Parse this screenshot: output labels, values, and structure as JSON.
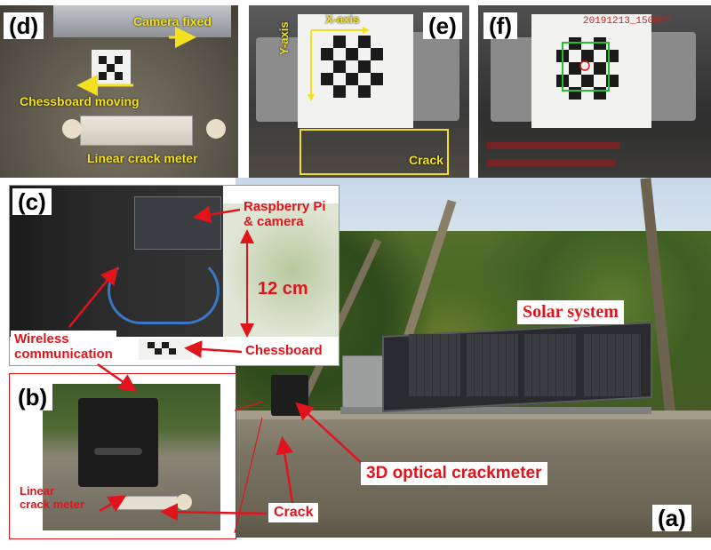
{
  "panels": {
    "a": "(a)",
    "b": "(b)",
    "c": "(c)",
    "d": "(d)",
    "e": "(e)",
    "f": "(f)"
  },
  "panel_d": {
    "camera_fixed": "Camera fixed",
    "chessboard_moving": "Chessboard moving",
    "linear_crack_meter": "Linear crack meter"
  },
  "panel_e": {
    "x_axis": "X-axis",
    "y_axis": "Y-axis",
    "crack": "Crack"
  },
  "panel_f": {
    "timestamp": "20191213_150805"
  },
  "panel_c": {
    "raspberry_pi": "Raspberry Pi",
    "and_camera": "& camera",
    "distance": "12 cm",
    "chessboard": "Chessboard"
  },
  "callouts": {
    "wireless_line1": "Wireless",
    "wireless_line2": "communication",
    "linear_line1": "Linear",
    "linear_line2": "crack meter",
    "crack": "Crack",
    "optical_crackmeter": "3D optical crackmeter",
    "solar_system": "Solar system"
  },
  "colors": {
    "annotation_red": "#e1141c",
    "annotation_yellow": "#f4e01e",
    "detection_green": "#22c02a"
  }
}
